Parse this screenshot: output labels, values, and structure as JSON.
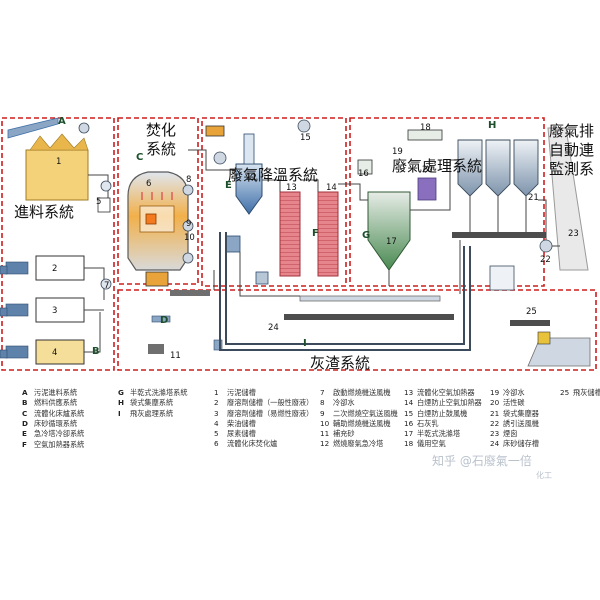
{
  "titles": {
    "feed": "進料系統",
    "incin": [
      "焚化",
      "系統"
    ],
    "cool": "廢氣降溫系統",
    "treat": "廢氣處理系統",
    "monitor": [
      "廢氣排",
      "自動連",
      "監測系"
    ],
    "ash": "灰渣系統"
  },
  "system_letters": [
    "A",
    "B",
    "C",
    "D",
    "E",
    "F",
    "G",
    "H",
    "I"
  ],
  "unit_numbers": [
    "1",
    "2",
    "3",
    "4",
    "5",
    "6",
    "7",
    "8",
    "9",
    "10",
    "11",
    "12",
    "13",
    "14",
    "15",
    "16",
    "17",
    "18",
    "19",
    "20",
    "21",
    "22",
    "23",
    "24",
    "25"
  ],
  "legend_letters": [
    {
      "code": "A",
      "text": "污泥進料系統"
    },
    {
      "code": "B",
      "text": "燃料供應系統"
    },
    {
      "code": "C",
      "text": "流體化床爐系統"
    },
    {
      "code": "D",
      "text": "床砂循環系統"
    },
    {
      "code": "E",
      "text": "急冷塔冷卻系統"
    },
    {
      "code": "F",
      "text": "空氣加熱器系統"
    },
    {
      "code": "G",
      "text": "半乾式洗滌塔系統"
    },
    {
      "code": "H",
      "text": "袋式集塵系統"
    },
    {
      "code": "I",
      "text": "飛灰處理系統"
    }
  ],
  "legend_nums_1": [
    {
      "n": "1",
      "t": "污泥儲槽"
    },
    {
      "n": "2",
      "t": "廢溶劑儲槽（一般性廢液）"
    },
    {
      "n": "3",
      "t": "廢溶劑儲槽（易燃性廢液）"
    },
    {
      "n": "4",
      "t": "柴油儲槽"
    },
    {
      "n": "5",
      "t": "尿素儲槽"
    },
    {
      "n": "6",
      "t": "流體化床焚化爐"
    }
  ],
  "legend_nums_2": [
    {
      "n": "7",
      "t": "啟動燃燒機送風機"
    },
    {
      "n": "8",
      "t": "冷卻水"
    },
    {
      "n": "9",
      "t": "二次燃燒空氣送風機"
    },
    {
      "n": "10",
      "t": "輔助燃燒機送風機"
    },
    {
      "n": "11",
      "t": "補充砂"
    },
    {
      "n": "12",
      "t": "燃燒廢氣急冷塔"
    }
  ],
  "legend_nums_3": [
    {
      "n": "13",
      "t": "流體化空氣加熱器"
    },
    {
      "n": "14",
      "t": "白煙防止空氣加熱器"
    },
    {
      "n": "15",
      "t": "白煙防止鼓風機"
    },
    {
      "n": "16",
      "t": "石灰乳"
    },
    {
      "n": "17",
      "t": "半乾式洗滌塔"
    },
    {
      "n": "18",
      "t": "儀用空氣"
    }
  ],
  "legend_nums_4": [
    {
      "n": "19",
      "t": "冷卻水"
    },
    {
      "n": "20",
      "t": "活性碳"
    },
    {
      "n": "21",
      "t": "袋式集塵器"
    },
    {
      "n": "22",
      "t": "誘引送風機"
    },
    {
      "n": "23",
      "t": "煙囪"
    },
    {
      "n": "24",
      "t": "床砂儲存槽"
    }
  ],
  "legend_nums_5": [
    {
      "n": "25",
      "t": "飛灰儲槽"
    }
  ],
  "watermark": {
    "main": "知乎 @石廢氣一倍",
    "sub": "化工"
  },
  "colors": {
    "border": "#cc1f1f",
    "pipe": "#444444",
    "steel": "#8a9db0",
    "heater": "#d9636b",
    "vessel": "#3f6fa8",
    "furnace": "#e8a43a"
  }
}
